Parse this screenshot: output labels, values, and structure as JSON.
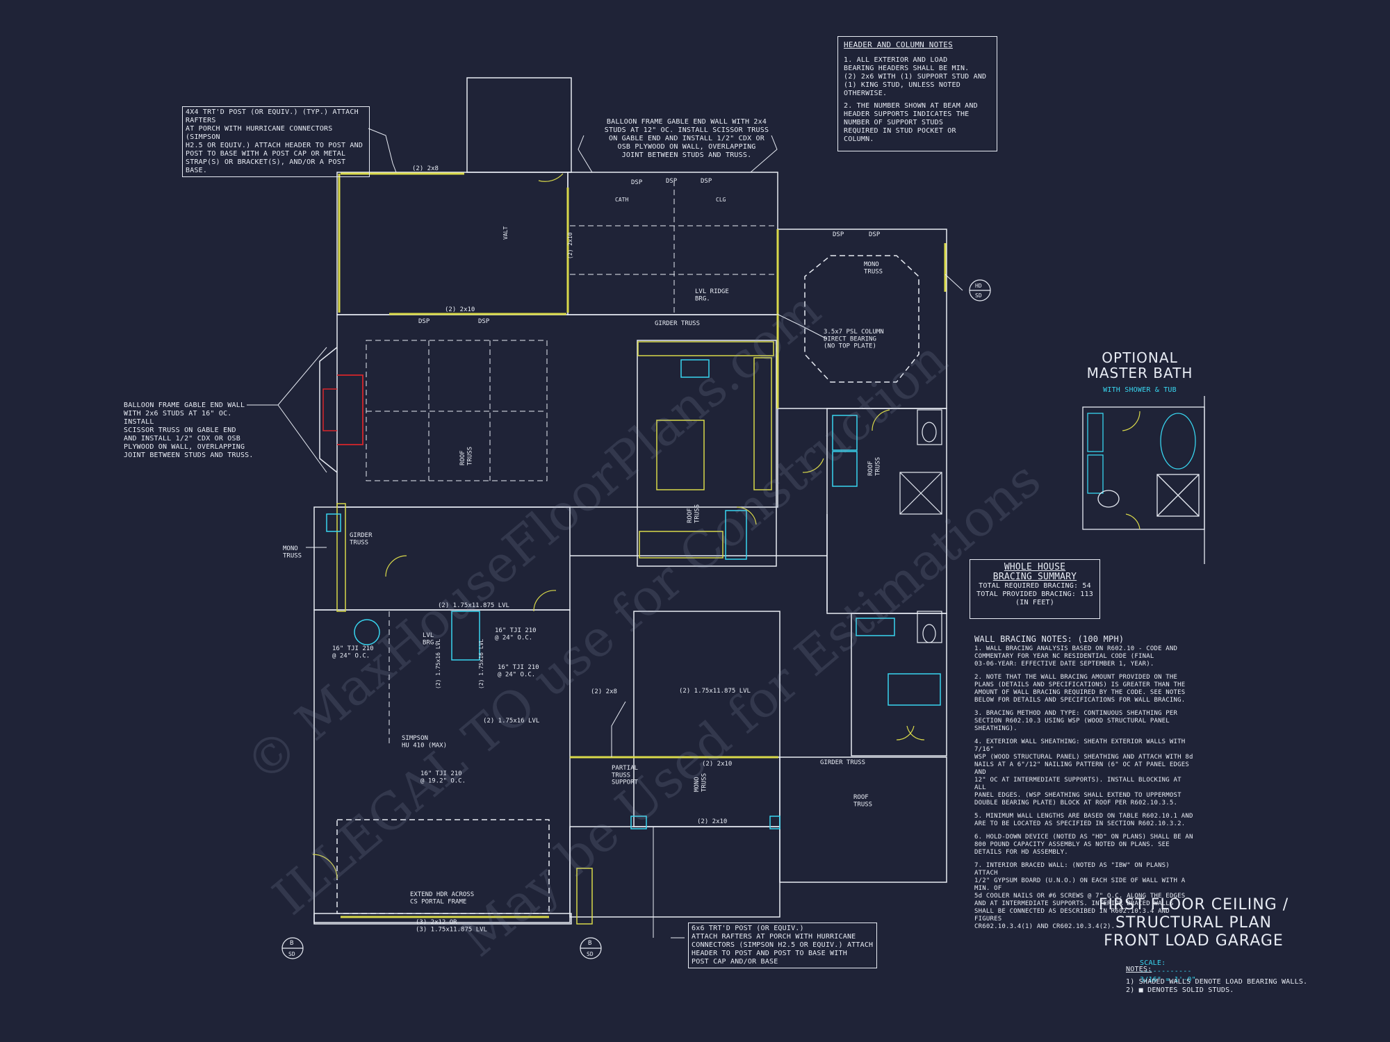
{
  "header_column_notes": {
    "title": "HEADER AND COLUMN NOTES",
    "note1": "1. ALL EXTERIOR AND LOAD\nBEARING HEADERS SHALL BE MIN.\n(2) 2x6 WITH (1) SUPPORT STUD AND\n(1) KING STUD, UNLESS NOTED\nOTHERWISE.",
    "note2": "2. THE NUMBER SHOWN AT BEAM AND\nHEADER SUPPORTS INDICATES THE\nNUMBER OF SUPPORT STUDS\nREQUIRED IN STUD POCKET OR\nCOLUMN."
  },
  "callouts": {
    "porch_post_top": "4X4 TRT'D POST (OR EQUIV.) (TYP.) ATTACH RAFTERS\nAT PORCH WITH HURRICANE CONNECTORS (SIMPSON\nH2.5 OR EQUIV.) ATTACH HEADER TO POST AND\nPOST TO BASE WITH A POST CAP OR METAL\nSTRAP(S) OR BRACKET(S), AND/OR A POST BASE.",
    "balloon_frame_top": "BALLOON FRAME GABLE END WALL WITH 2x4\nSTUDS AT 12\" OC. INSTALL SCISSOR TRUSS\nON GABLE END AND INSTALL 1/2\" CDX OR\nOSB PLYWOOD ON WALL, OVERLAPPING\nJOINT BETWEEN STUDS AND TRUSS.",
    "balloon_frame_left": "BALLOON FRAME GABLE END WALL\nWITH 2x6 STUDS AT 16\" OC. INSTALL\nSCISSOR TRUSS ON GABLE END\nAND INSTALL 1/2\" CDX OR OSB\nPLYWOOD ON WALL, OVERLAPPING\nJOINT BETWEEN STUDS AND TRUSS.",
    "porch_post_bottom": "6x6 TRT'D POST (OR EQUIV.)\nATTACH RAFTERS AT PORCH WITH HURRICANE\nCONNECTORS (SIMPSON H2.5 OR EQUIV.) ATTACH\nHEADER TO POST AND POST TO BASE WITH\nPOST CAP AND/OR BASE"
  },
  "plan_labels": {
    "l_2x8_top": "(2) 2x8",
    "dsp": "DSP",
    "cath": "CATH",
    "clg": "CLG",
    "valt": "VALT",
    "l_2x10_vert": "(2) 2x10",
    "l_2x10_a": "(2) 2x10",
    "lvl_ridge": "LVL RIDGE\nBRG.",
    "girder_truss": "GIRDER TRUSS",
    "psl_column": "3.5x7 PSL COLUMN\nDIRECT BEARING\n(NO TOP PLATE)",
    "mono_truss": "MONO\nTRUSS",
    "hd": "HD",
    "sd": "SD",
    "roof_truss": "ROOF\nTRUSS",
    "girder_truss_left": "GIRDER\nTRUSS",
    "lvl_1": "(2) 1.75x11.875 LVL",
    "tji_a": "16\" TJI 210\n@ 24\" O.C.",
    "lvl_brg": "LVL\nBRG.",
    "lvl_16_a": "(2) 1.75x16 LVL",
    "simpson": "SIMPSON\nHU 410 (MAX)",
    "tji_b": "16\" TJI 210\n@ 19.2\" O.C.",
    "extend_hdr": "EXTEND HDR ACROSS\nCS PORTAL FRAME",
    "l_2x12": "(3) 2x12 OR\n(3) 1.75x11.875 LVL",
    "l_2x8_mid": "(2) 2x8",
    "partial_truss": "PARTIAL\nTRUSS\nSUPPORT",
    "mono_truss_v": "MONO\nTRUSS",
    "b": "B"
  },
  "optional_bath": {
    "title": "OPTIONAL\nMASTER BATH",
    "subtitle": "WITH SHOWER & TUB"
  },
  "bracing_summary": {
    "title": "WHOLE HOUSE\nBRACING SUMMARY",
    "required": "TOTAL REQUIRED BRACING: 54",
    "provided": "TOTAL PROVIDED BRACING: 113",
    "unit": "(IN FEET)"
  },
  "wall_bracing": {
    "title": "WALL BRACING NOTES: (100 MPH)",
    "notes": [
      "1. WALL BRACING ANALYSIS BASED ON R602.10 - CODE AND\nCOMMENTARY FOR YEAR NC RESIDENTIAL CODE (FINAL\n03-06-YEAR: EFFECTIVE DATE SEPTEMBER 1, YEAR).",
      "2. NOTE THAT THE WALL BRACING AMOUNT PROVIDED ON THE\nPLANS (DETAILS AND SPECIFICATIONS) IS GREATER THAN THE\nAMOUNT OF WALL BRACING REQUIRED BY THE CODE. SEE NOTES\nBELOW FOR DETAILS AND SPECIFICATIONS FOR WALL BRACING.",
      "3. BRACING METHOD AND TYPE: CONTINUOUS SHEATHING PER\nSECTION R602.10.3 USING WSP (WOOD STRUCTURAL PANEL\nSHEATHING).",
      "4. EXTERIOR WALL SHEATHING: SHEATH EXTERIOR WALLS WITH 7/16\"\nWSP (WOOD STRUCTURAL PANEL) SHEATHING AND ATTACH WITH 8d\nNAILS AT A 6\"/12\" NAILING PATTERN (6\" OC AT PANEL EDGES AND\n12\" OC AT INTERMEDIATE SUPPORTS). INSTALL BLOCKING AT ALL\nPANEL EDGES. (WSP SHEATHING SHALL EXTEND TO UPPERMOST\nDOUBLE BEARING PLATE) BLOCK AT ROOF PER R602.10.3.5.",
      "5. MINIMUM WALL LENGTHS ARE BASED ON TABLE R602.10.1 AND\nARE TO BE LOCATED AS SPECIFIED IN SECTION R602.10.3.2.",
      "6. HOLD-DOWN DEVICE (NOTED AS \"HD\" ON PLANS) SHALL BE AN\n800 POUND CAPACITY ASSEMBLY AS NOTED ON PLANS. SEE\nDETAILS FOR HD ASSEMBLY.",
      "7. INTERIOR BRACED WALL: (NOTED AS \"IBW\" ON PLANS) ATTACH\n1/2\" GYPSUM BOARD (U.N.O.) ON EACH SIDE OF WALL WITH A MIN. OF\n5d COOLER NAILS OR #6 SCREWS @ 7\" O.C. ALONG THE EDGES\nAND AT INTERMEDIATE SUPPORTS. INTERIOR BRACED WALLS\nSHALL BE CONNECTED AS DESCRIBED IN R602.10.3.4 AND FIGURES\nCR602.10.3.4(1) AND CR602.10.3.4(2)."
    ]
  },
  "sheet_title": {
    "title": "FIRST FLOOR CEILING /\nSTRUCTURAL PLAN\nFRONT LOAD GARAGE",
    "scale_label": "SCALE:",
    "scale_value": "3/16\" = 1'-0\""
  },
  "sheet_notes": {
    "title": "NOTES:",
    "n1": "1) SHADED WALLS DENOTE LOAD BEARING WALLS.",
    "n2": "2) ■ DENOTES SOLID STUDS."
  },
  "watermark": {
    "line1": "© MaxHouseFloorPlans.com",
    "line2": "ILLEGAL TO use for Construction",
    "line3": "May be Used for Estimations"
  },
  "colors": {
    "background": "#1f2337",
    "lines": "#e8ecf4",
    "bearing": "#d9d94a",
    "fixtures": "#38d6f0",
    "chimney": "#d8262b"
  }
}
